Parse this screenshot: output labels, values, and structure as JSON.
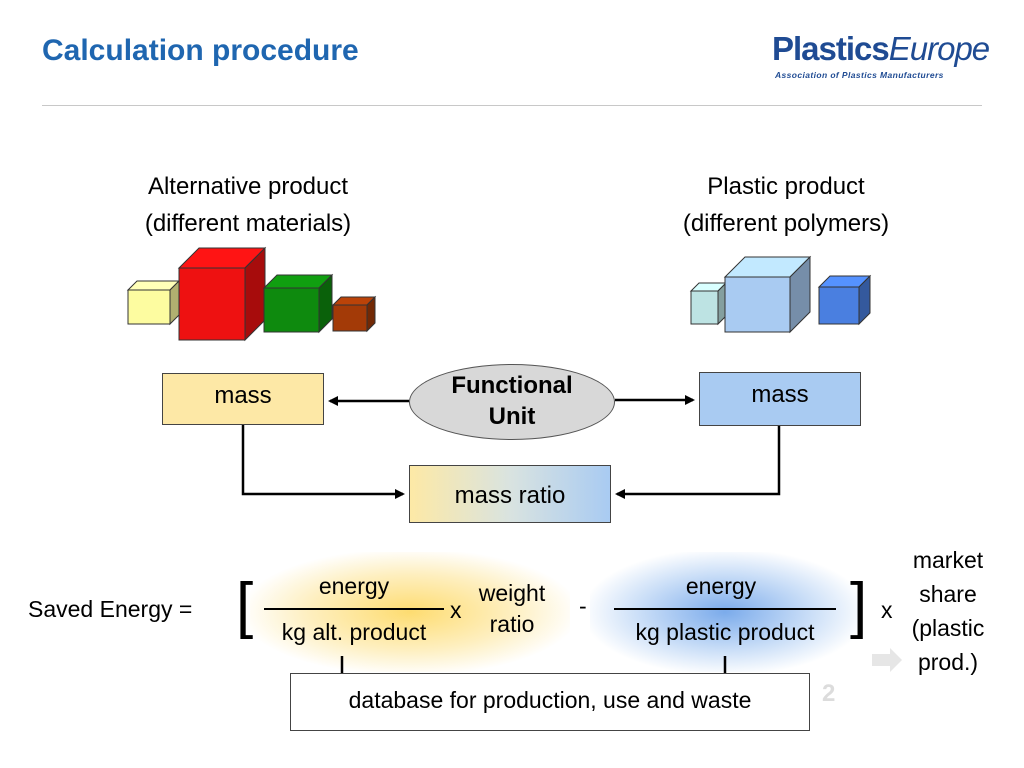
{
  "header": {
    "title": "Calculation procedure",
    "logo": {
      "name_bold": "Plastics",
      "name_italic": "Europe",
      "tagline": "Association of Plastics Manufacturers"
    }
  },
  "diagram": {
    "alternative_label": [
      "Alternative product",
      "(different materials)"
    ],
    "plastic_label": [
      "Plastic product",
      "(different polymers)"
    ],
    "functional_unit": [
      "Functional",
      "Unit"
    ],
    "mass_alt": "mass",
    "mass_plastic": "mass",
    "mass_ratio": "mass ratio",
    "alternative_cube_colors": [
      "#fdfca0",
      "#ee1111",
      "#0e8a0e",
      "#a33a07"
    ],
    "plastic_cube_colors": [
      "#bde3e3",
      "#a9cbf2",
      "#4a7fe0"
    ]
  },
  "equation": {
    "label": "Saved Energy =",
    "bracket_open": "[",
    "bracket_close": "]",
    "alt_numerator": "energy",
    "alt_denominator": "kg alt. product",
    "times": "x",
    "weight_ratio": "weight ratio",
    "minus": "-",
    "plastic_numerator": "energy",
    "plastic_denominator": "kg plastic product",
    "market_share": "market share (plastic prod.)"
  },
  "database": "database for production, use and waste",
  "faint_number": "2"
}
